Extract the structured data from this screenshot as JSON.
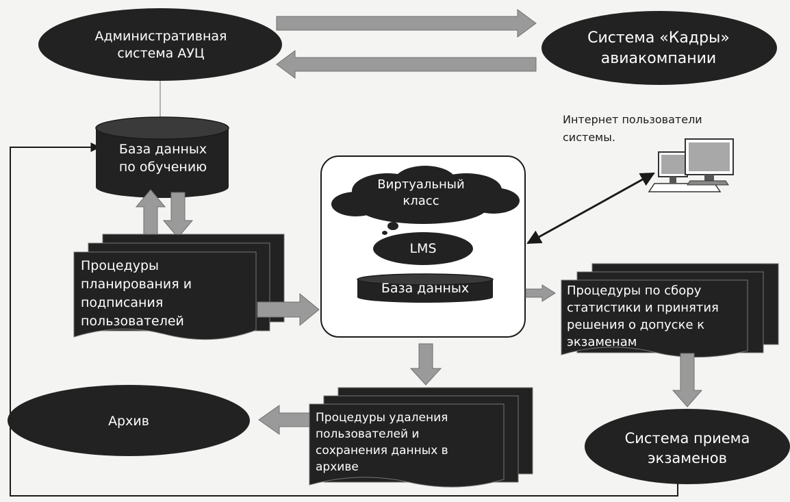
{
  "colors": {
    "shape_fill": "#222222",
    "arrow_fill": "#9a9a9a",
    "arrow_stroke": "#6f6f6f",
    "background": "#f4f4f2",
    "line": "#1a1a1a"
  },
  "nodes": {
    "admin_system": "Административная\nсистема АУЦ",
    "personnel_system": "Система «Кадры»\nавиакомпании",
    "training_db": "База данных\nпо обучению",
    "internet_users": "Интернет пользователи\nсистемы.",
    "virtual_class": "Виртуальный\nкласс",
    "lms": "LMS",
    "database": "База данных",
    "planning_procedures": "Процедуры\nпланирования и\nподписания\nпользователей",
    "statistics_procedures": "Процедуры по сбору\nстатистики и принятия\nрешения о допуске к\nэкзаменам",
    "removal_procedures": "Процедуры удаления\nпользователей и\nсохранения данных в\nархиве",
    "archive": "Архив",
    "exam_system": "Система приема\nэкзаменов"
  },
  "icons": {
    "computers": "computer-monitors-icon"
  }
}
